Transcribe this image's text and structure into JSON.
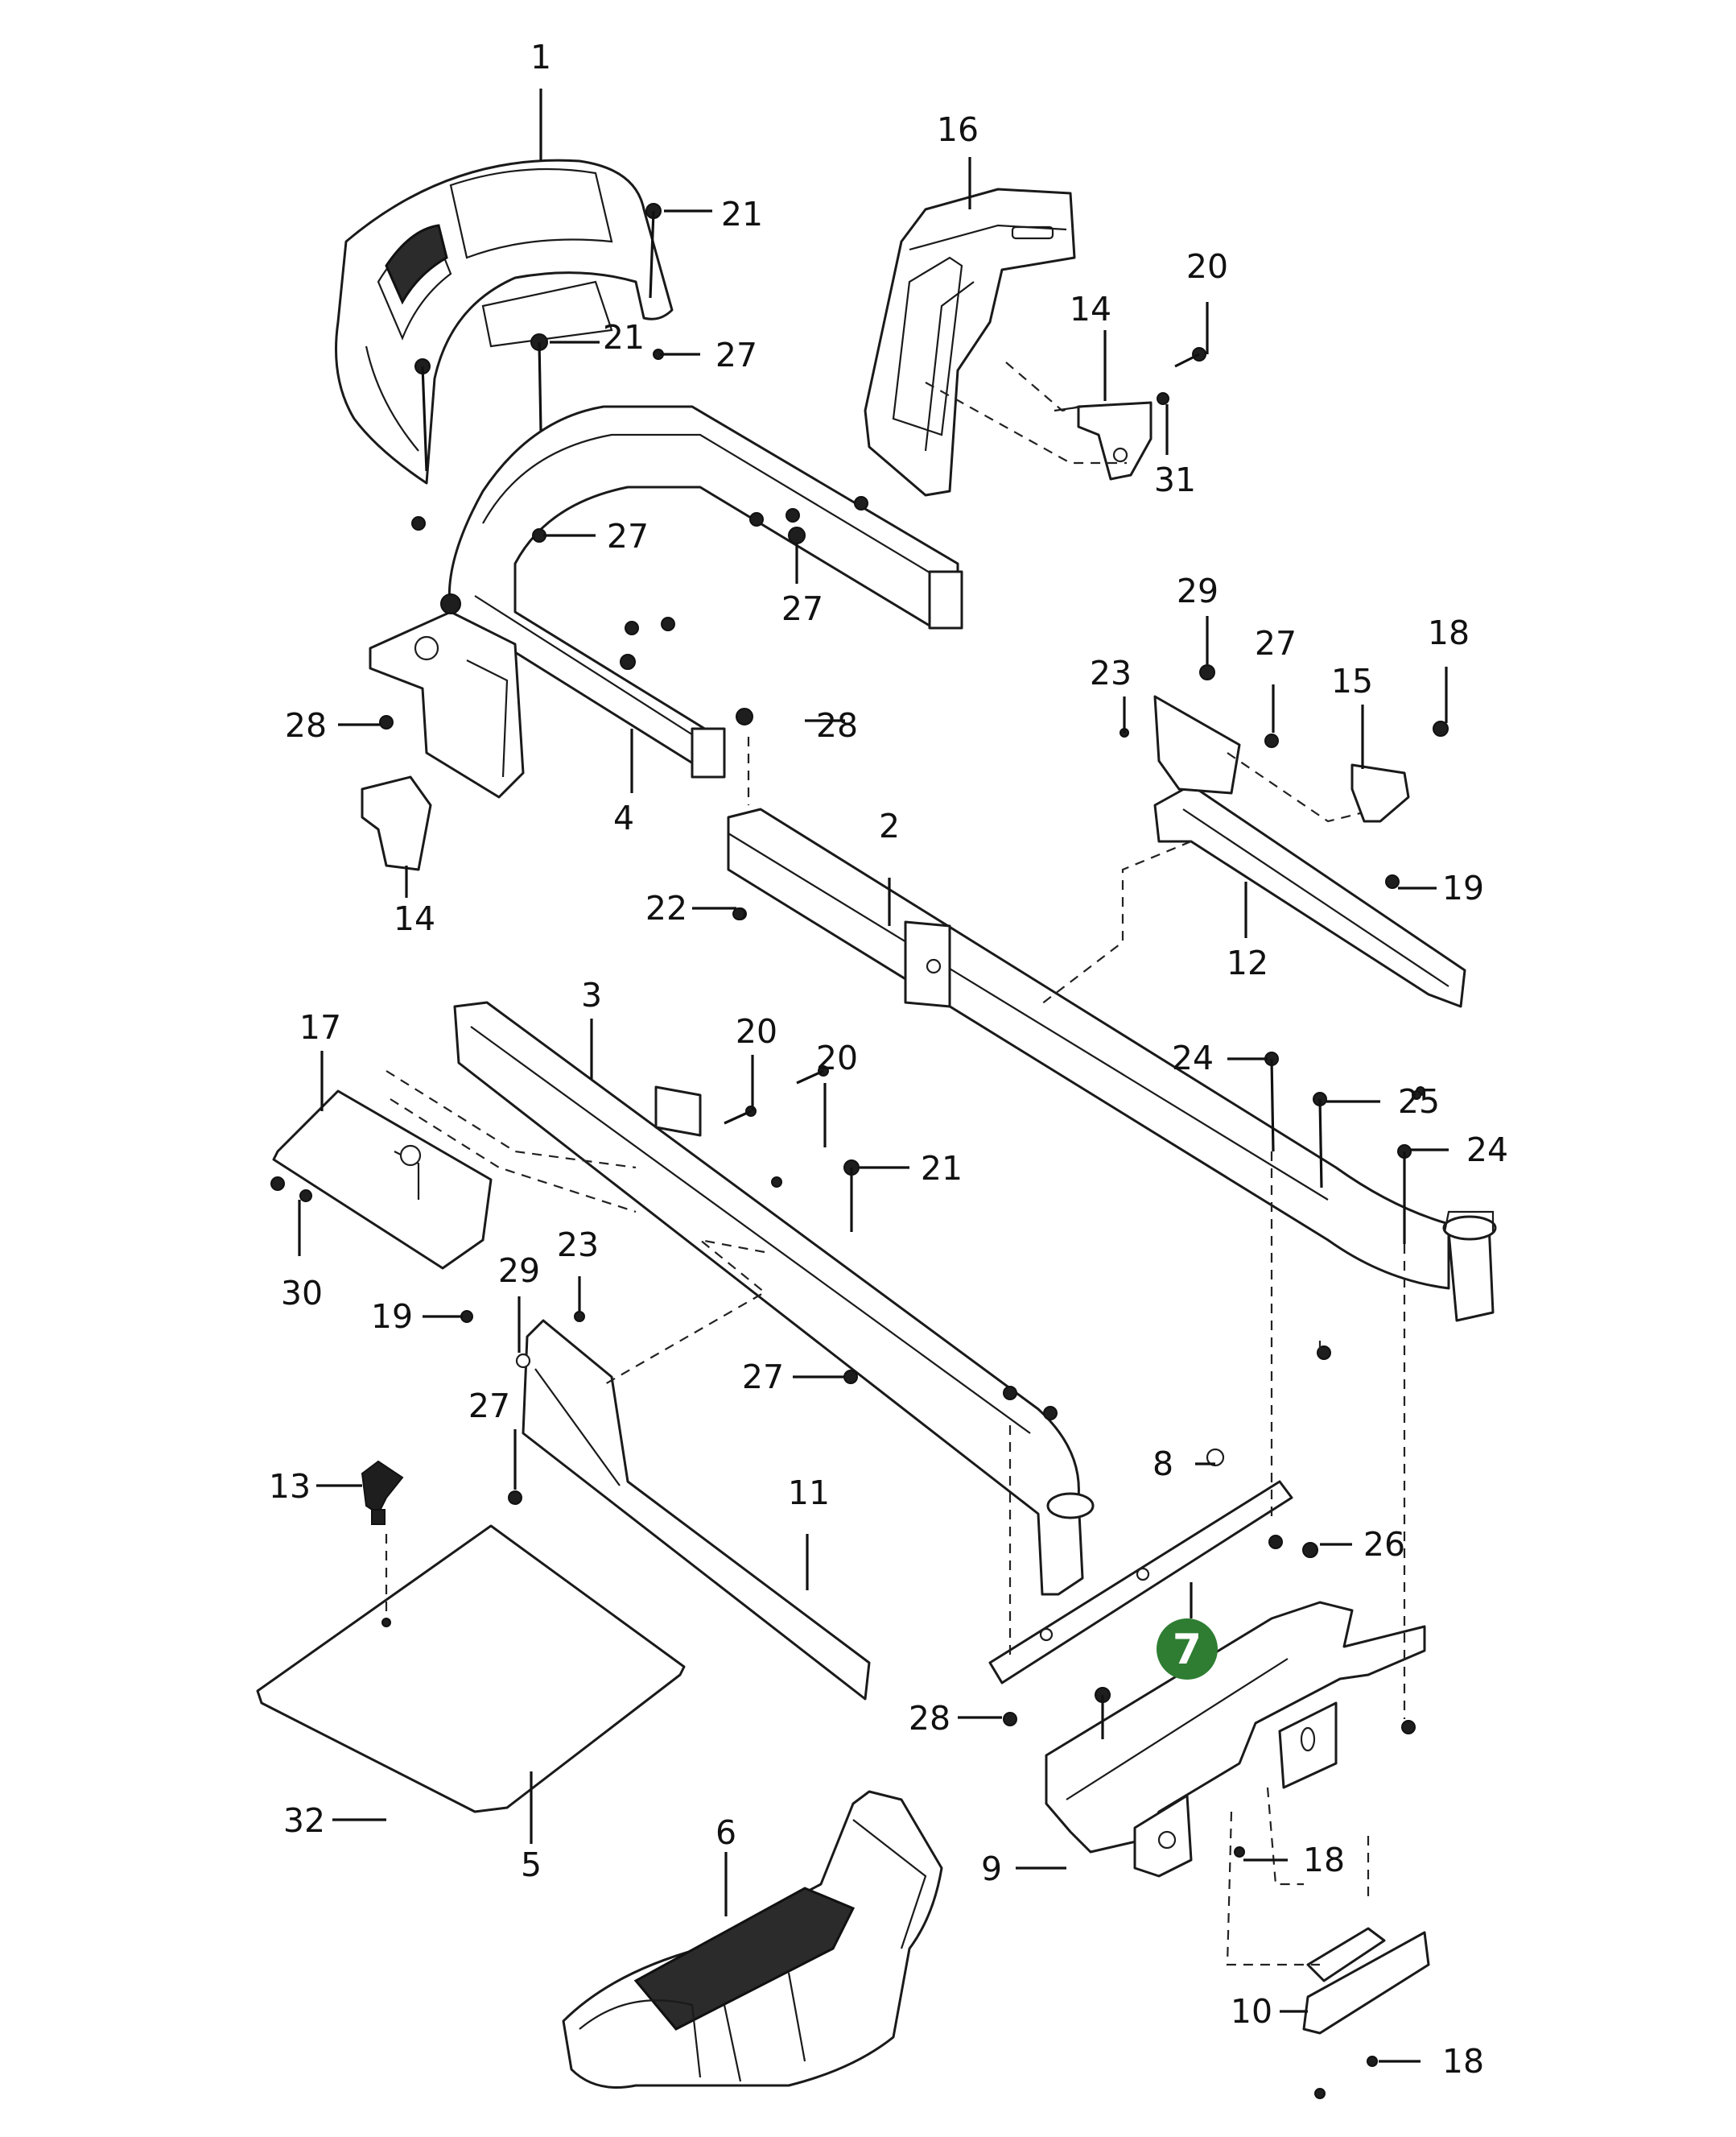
{
  "diagram": {
    "highlighted_part": "7",
    "highlight_color": "#2e7d32",
    "labels": [
      "1",
      "2",
      "3",
      "4",
      "5",
      "6",
      "7",
      "8",
      "9",
      "10",
      "11",
      "12",
      "13",
      "14",
      "14",
      "15",
      "16",
      "17",
      "18",
      "18",
      "18",
      "19",
      "19",
      "20",
      "20",
      "20",
      "21",
      "21",
      "21",
      "22",
      "23",
      "23",
      "24",
      "24",
      "25",
      "26",
      "27",
      "27",
      "27",
      "27",
      "27",
      "27",
      "28",
      "28",
      "28",
      "29",
      "29",
      "30",
      "31",
      "32"
    ]
  }
}
